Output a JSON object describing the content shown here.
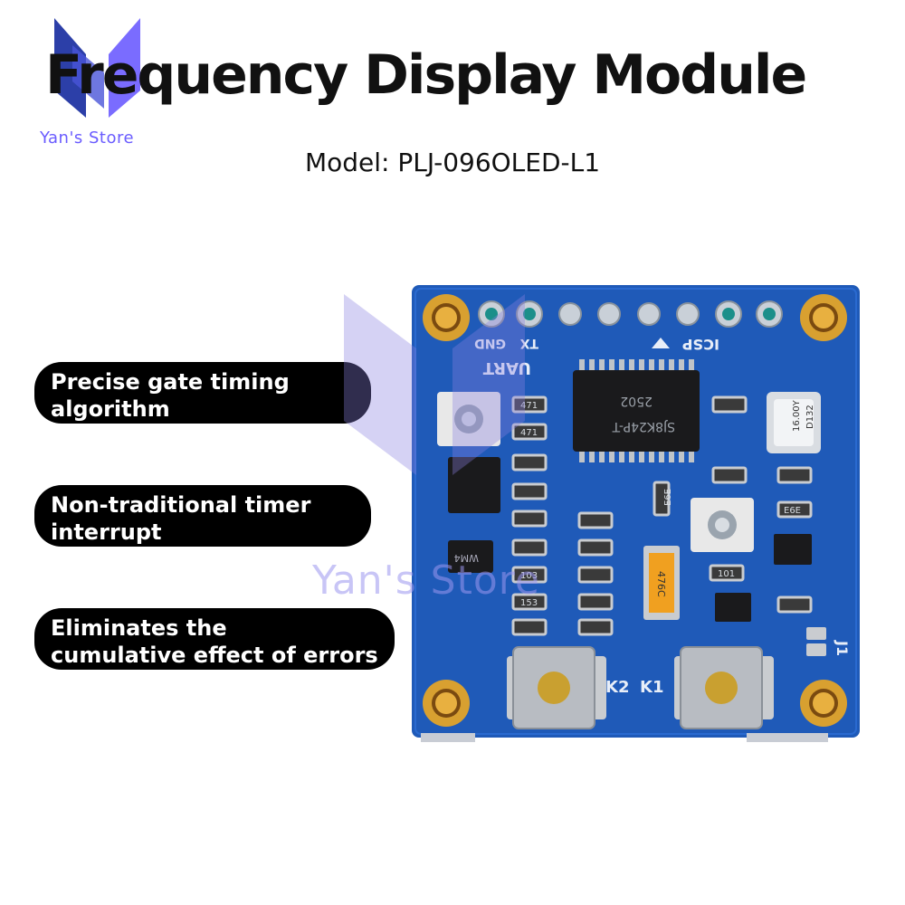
{
  "brand": {
    "store_name": "Yan's Store",
    "watermark": "Yan's Store",
    "logo_colors": [
      "#2c3fa8",
      "#7a6cff"
    ]
  },
  "title": "Frequency Display Module",
  "subtitle": "Model: PLJ-096OLED-L1",
  "features": [
    {
      "line1": "Precise gate timing",
      "line2": "algorithm"
    },
    {
      "line1": "Non-traditional timer",
      "line2": "interrupt"
    },
    {
      "line1": "Eliminates the",
      "line2": "cumulative effect of errors"
    }
  ],
  "board": {
    "color": "#1f5ab8",
    "silkscreen": {
      "uart": "UART",
      "tx": "TX",
      "gnd": "GND",
      "icsp": "ICSP",
      "k1": "K1",
      "k2": "K2",
      "j1": "J1",
      "chip": "SJ8K24P-T",
      "chip_code": "2502",
      "crystal": "16.00Y",
      "crystal_code": "D132",
      "cap": "476C",
      "res_471a": "471",
      "res_471b": "471",
      "res_103": "103",
      "res_153": "153",
      "res_101": "101",
      "e6e_1": "E6E",
      "e6e_2": "E6E",
      "regulator": "WM4"
    }
  }
}
